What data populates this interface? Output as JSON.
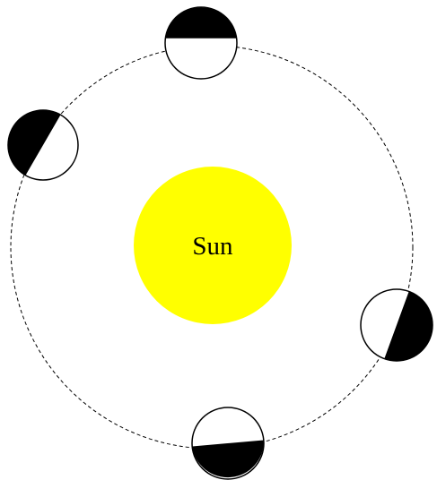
{
  "diagram": {
    "sun": {
      "label": "Sun",
      "color": "#ffff00"
    },
    "orbit": {
      "stroke_color": "#000000",
      "style": "dashed"
    },
    "planets": [
      {
        "name": "planet-top"
      },
      {
        "name": "planet-upper-left"
      },
      {
        "name": "planet-right"
      },
      {
        "name": "planet-bottom"
      }
    ],
    "colors": {
      "dark_side": "#000000",
      "lit_side": "#ffffff",
      "outline": "#000000"
    }
  }
}
